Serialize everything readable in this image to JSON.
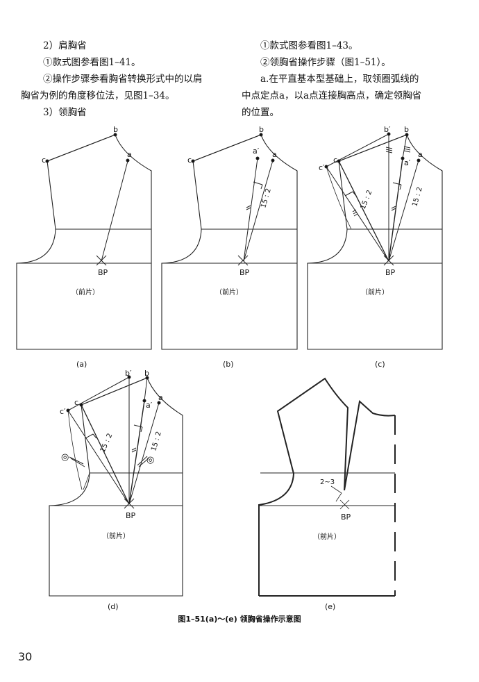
{
  "left_column": {
    "line1": "2）肩胸省",
    "line2": "①款式图参看图1–41。",
    "line3": "②操作步骤参看胸省转换形式中的以肩",
    "line4": "胸省为例的角度移位法，见图1–34。",
    "line5": "3）领胸省"
  },
  "right_column": {
    "line1": "①款式图参看图1–43。",
    "line2": "②领胸省操作步骤（图1–51）。",
    "line3": "a.在平直基本型基础上，取领圈弧线的",
    "line4": "中点定点a，以a点连接胸高点，确定领胸省",
    "line5": "的位置。"
  },
  "figure": {
    "panel_a": {
      "label": "(a)",
      "front": "（前片）",
      "bp": "BP",
      "points": {
        "b": "b",
        "c": "c",
        "a": "a"
      }
    },
    "panel_b": {
      "label": "(b)",
      "front": "（前片）",
      "bp": "BP",
      "ratio": "15 : 2",
      "points": {
        "b": "b",
        "c": "c",
        "a": "a",
        "a_prime": "a′"
      }
    },
    "panel_c": {
      "label": "(c)",
      "front": "（前片）",
      "bp": "BP",
      "ratio1": "15 : 2",
      "ratio2": "15 : 2",
      "points": {
        "b": "b",
        "b_prime": "b′",
        "c": "c",
        "c_prime": "c′",
        "a": "a",
        "a_prime": "a′"
      }
    },
    "panel_d": {
      "label": "(d)",
      "front": "（前片）",
      "bp": "BP",
      "ratio1": "15 : 2",
      "ratio2": "15 : 2",
      "mark": "◎",
      "points": {
        "b": "b",
        "b_prime": "b′",
        "c": "c",
        "c_prime": "c′",
        "a": "a",
        "a_prime": "a′"
      }
    },
    "panel_e": {
      "label": "(e)",
      "front": "（前片）",
      "bp": "BP",
      "dim": "2~3"
    },
    "caption": "图1–51(a)～(e) 领胸省操作示意图"
  },
  "page_number": "30"
}
